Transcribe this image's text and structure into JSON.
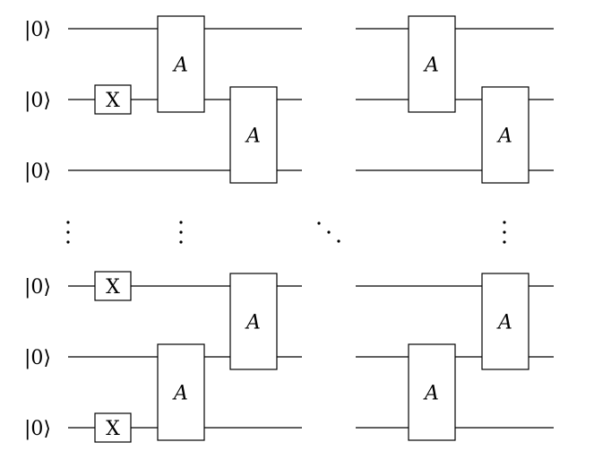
{
  "diagram": {
    "qubit_labels": [
      "|0⟩",
      "|0⟩",
      "|0⟩",
      "|0⟩",
      "|0⟩",
      "|0⟩"
    ],
    "x_gate_label": "X",
    "a_gate_label": "A",
    "x_gates": [
      {
        "qubit": 1
      },
      {
        "qubit": 3
      },
      {
        "qubit": 5
      }
    ],
    "a_gates": [
      {
        "qubits": [
          0,
          1
        ],
        "column": 0
      },
      {
        "qubits": [
          1,
          2
        ],
        "column": 1
      },
      {
        "qubits": [
          0,
          1
        ],
        "column": 2
      },
      {
        "qubits": [
          1,
          2
        ],
        "column": 3
      },
      {
        "qubits": [
          4,
          5
        ],
        "column": 0
      },
      {
        "qubits": [
          3,
          4
        ],
        "column": 1
      },
      {
        "qubits": [
          4,
          5
        ],
        "column": 2
      },
      {
        "qubits": [
          3,
          4
        ],
        "column": 3
      }
    ],
    "ellipses": [
      "vertical",
      "vertical",
      "diagonal",
      "vertical"
    ]
  }
}
